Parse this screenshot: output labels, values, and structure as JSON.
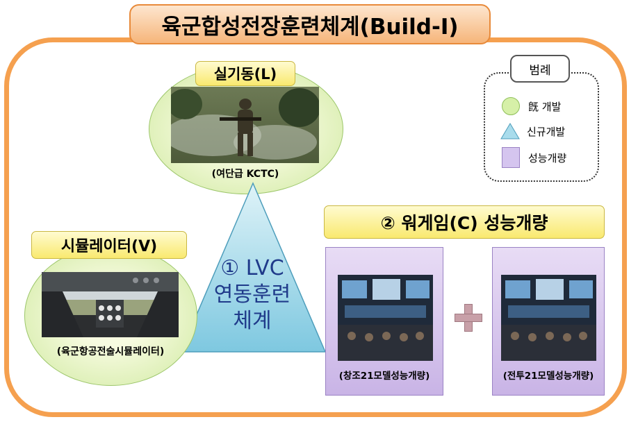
{
  "title": "육군합성전장훈련체계(Build-I)",
  "live": {
    "label": "실기동(L)",
    "caption": "(여단급 KCTC)"
  },
  "simulator": {
    "label": "시뮬레이터(V)",
    "caption": "(육군항공전술시뮬레이터)"
  },
  "center": {
    "line1": "① LVC",
    "line2": "연동훈련",
    "line3": "체계"
  },
  "wargame": {
    "label": "② 워게임(C) 성능개량",
    "left_caption": "(창조21모델성능개량)",
    "right_caption": "(전투21모델성능개량)",
    "plus": "+"
  },
  "legend": {
    "title": "범례",
    "items": [
      {
        "text": "旣 개발",
        "shape": "circle",
        "color": "#d6f0a8"
      },
      {
        "text": "신규개발",
        "shape": "triangle",
        "color": "#a9dcec"
      },
      {
        "text": "성능개량",
        "shape": "square",
        "color": "#d5c5ef"
      }
    ]
  },
  "colors": {
    "frame": "#f5a04f",
    "plus": "#c8a0a8"
  }
}
